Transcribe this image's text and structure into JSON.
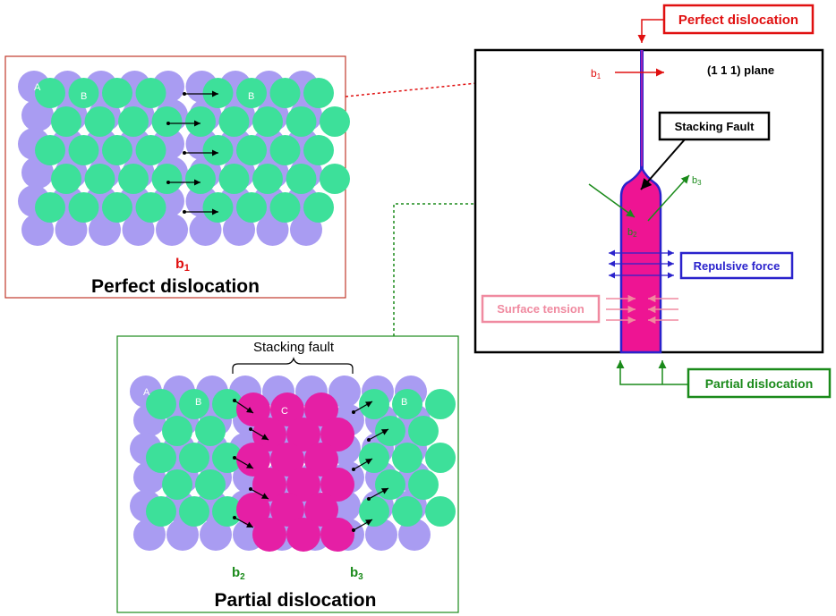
{
  "perfect_panel": {
    "title": "Perfect dislocation",
    "vector_label": "b",
    "vector_sub": "1",
    "layer_a": "A",
    "layer_b_left": "B",
    "layer_b_right": "B"
  },
  "partial_panel": {
    "title": "Partial dislocation",
    "stacking_fault_label": "Stacking fault",
    "layer_a": "A",
    "layer_b_left": "B",
    "layer_c": "C",
    "layer_b_right": "B",
    "vector2_label": "b",
    "vector2_sub": "2",
    "vector3_label": "b",
    "vector3_sub": "3"
  },
  "schematic": {
    "plane_label": "(1 1 1) plane",
    "perfect_dislocation_label": "Perfect dislocation",
    "stacking_fault_label": "Stacking Fault",
    "repulsive_force_label": "Repulsive force",
    "surface_tension_label": "Surface tension",
    "partial_dislocation_label": "Partial dislocation",
    "b1_label": "b",
    "b1_sub": "1",
    "b2_label": "b",
    "b2_sub": "2",
    "b3_label": "b",
    "b3_sub": "3"
  },
  "colors": {
    "atom_purple": "#a99cf2",
    "atom_green": "#3de09a",
    "atom_magenta": "#e51fa5",
    "red": "#e01010",
    "green": "#1a8a1a",
    "blue": "#2a22cc",
    "pink": "#f08aa0"
  }
}
